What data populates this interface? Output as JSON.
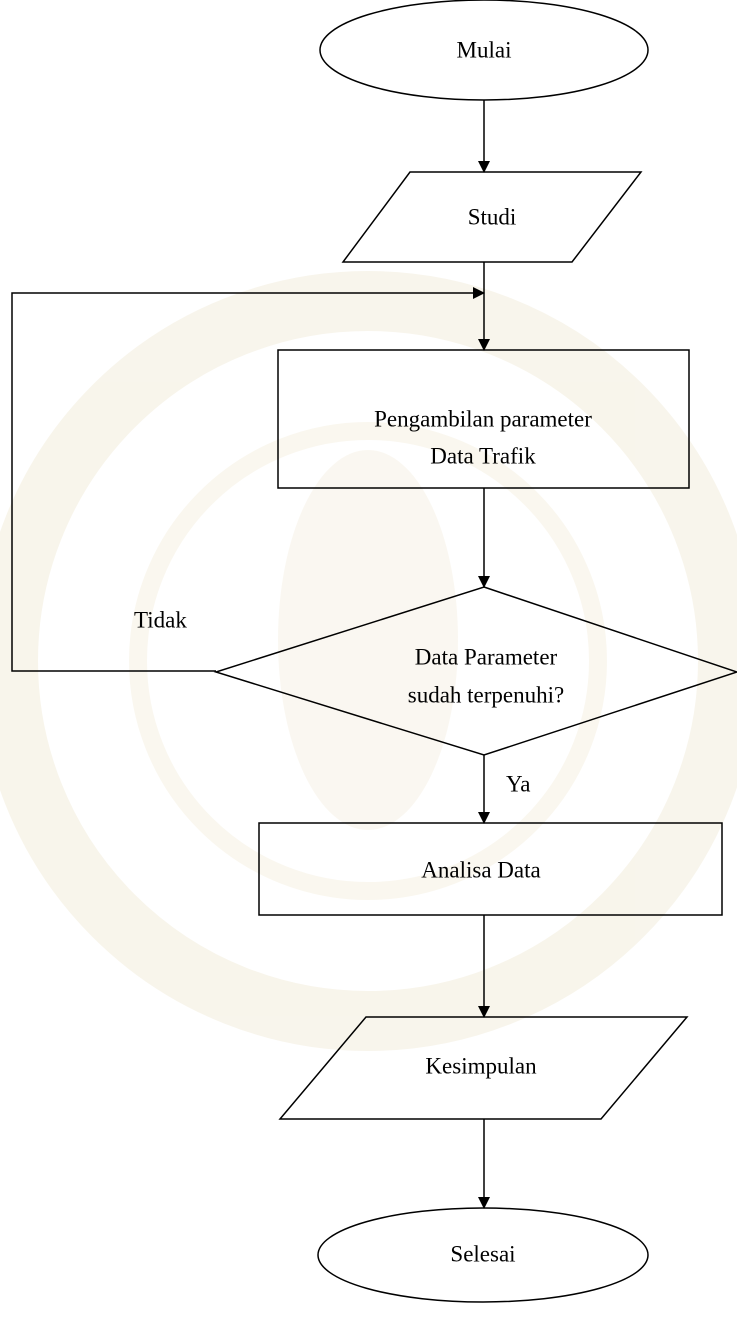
{
  "flowchart": {
    "start": "Mulai",
    "study": "Studi",
    "collect_line1": "Pengambilan parameter",
    "collect_line2": "Data Trafik",
    "decision_line1": "Data Parameter",
    "decision_line2": "sudah terpenuhi?",
    "no_label": "Tidak",
    "yes_label": "Ya",
    "analysis": "Analisa Data",
    "conclusion": "Kesimpulan",
    "end": "Selesai"
  },
  "colors": {
    "stroke": "#000000",
    "watermark": "#f1ead6"
  }
}
